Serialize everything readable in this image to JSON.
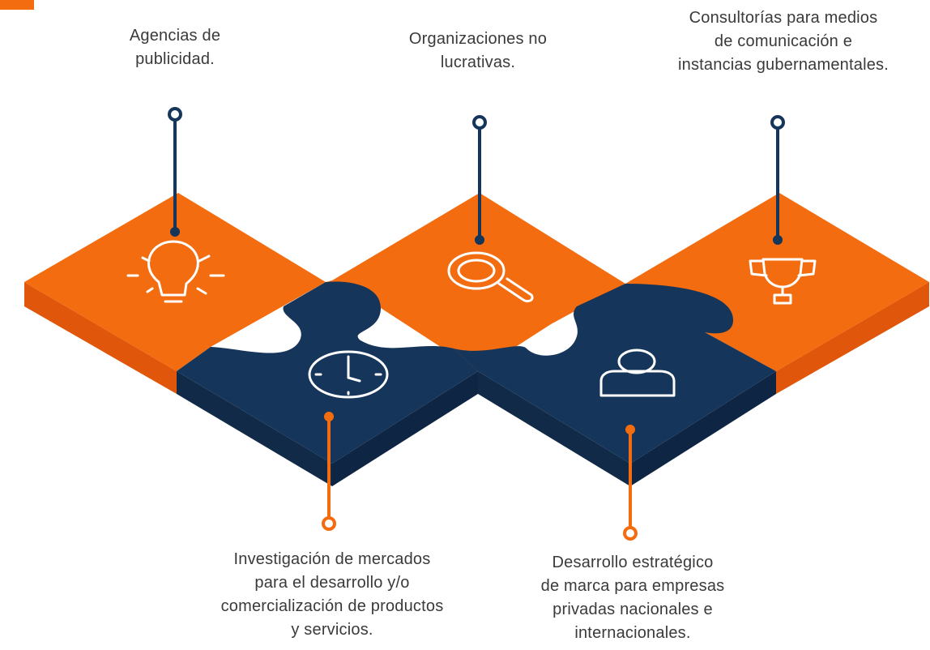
{
  "colors": {
    "orange": "#f36c10",
    "orange_side": "#e0560a",
    "navy": "#16355a",
    "navy_side": "#102a48",
    "text": "#3a3a3a"
  },
  "pieces": [
    {
      "color": "orange",
      "icon": "lightbulb-icon"
    },
    {
      "color": "navy",
      "icon": "clock-icon"
    },
    {
      "color": "orange",
      "icon": "magnifier-icon"
    },
    {
      "color": "navy",
      "icon": "user-icon"
    },
    {
      "color": "orange",
      "icon": "trophy-icon"
    }
  ],
  "labels": {
    "top1": [
      "Agencias de",
      "publicidad."
    ],
    "top2": [
      "Organizaciones no",
      "lucrativas."
    ],
    "top3": [
      "Consultorías para medios",
      "de comunicación e",
      "instancias gubernamentales."
    ],
    "bottom1": [
      "Investigación de mercados",
      "para el desarrollo y/o",
      "comercialización de productos",
      "y servicios."
    ],
    "bottom2": [
      "Desarrollo estratégico",
      "de marca para empresas",
      "privadas nacionales e",
      "internacionales."
    ]
  }
}
